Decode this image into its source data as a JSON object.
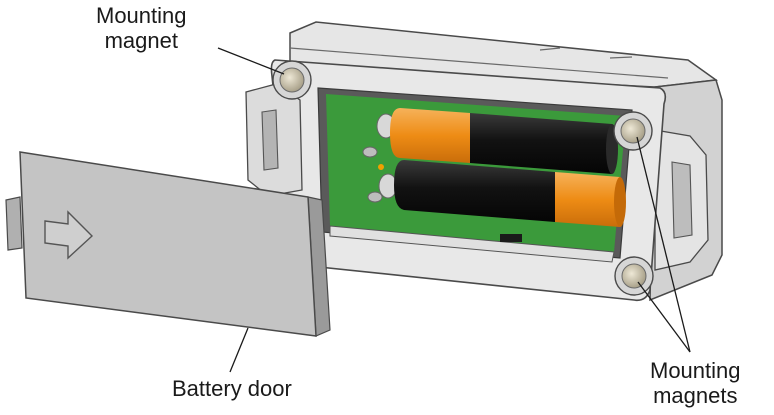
{
  "labels": {
    "top_left": {
      "line1": "Mounting",
      "line2": "magnet"
    },
    "bottom_right": {
      "line1": "Mounting",
      "line2": "magnets"
    },
    "battery_door": "Battery door"
  },
  "colors": {
    "housing": "#e2e2e2",
    "housing_dark": "#bdbdbd",
    "outline": "#4a4a4a",
    "door": "#c4c4c4",
    "pcb": "#3b9a3b",
    "battery_black": "#151515",
    "battery_orange": "#f0921e",
    "magnet": "#c9c2ad"
  }
}
